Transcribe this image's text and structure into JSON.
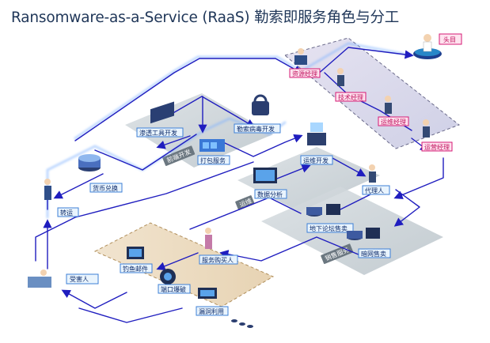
{
  "title": "Ransomware-as-a-Service (RaaS) 勒索即服务角色与分工",
  "roles": {
    "boss": "头目",
    "resource_manager": "资源经理",
    "tech_manager": "技术经理",
    "ops_manager": "运维经理",
    "operations_manager": "运营经理",
    "pen_tool_dev": "渗透工具开发",
    "ransomware_dev": "勒索病毒开发",
    "packing_service": "打包服务",
    "ops_dev": "运维开发",
    "data_analysis": "数据分析",
    "agent": "代理人",
    "underground_forum": "地下论坛售卖",
    "darknet_sale": "暗网售卖",
    "currency_exchange": "货币兑换",
    "transfer": "转运",
    "victim": "受害人",
    "service_buyer": "服务购买人",
    "phishing_mail": "钓鱼邮件",
    "port_blasting": "端口爆破",
    "vuln_exploit": "漏洞利用"
  },
  "zones": {
    "upstream": "前端开发",
    "ops": "运维",
    "sales": "销售服务"
  },
  "colors": {
    "flow": "#1f1dbf",
    "flow_glow": "#7fb2ff",
    "platform": "#c9d1d6",
    "accent_pink": "#d61a74",
    "label_text": "#0d2b6b"
  }
}
